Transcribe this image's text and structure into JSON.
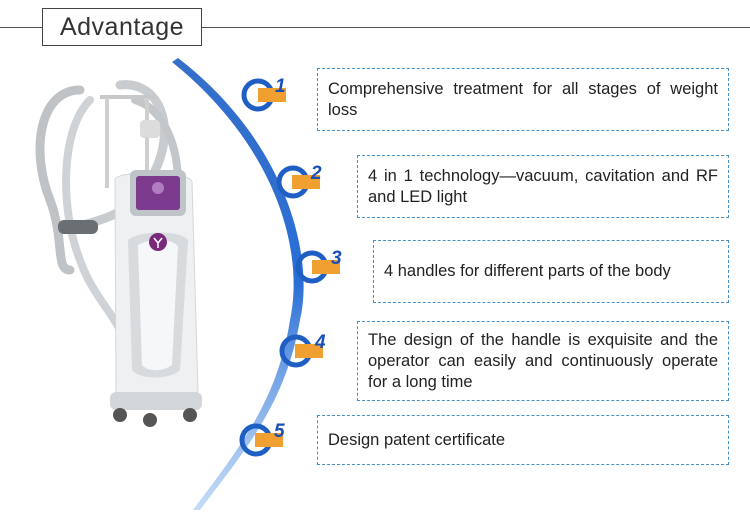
{
  "header": {
    "title": "Advantage"
  },
  "colors": {
    "accent_blue": "#1f5fc4",
    "accent_orange": "#f0a030",
    "dashed_border": "#4a90c8"
  },
  "product_image": {
    "kind": "body-contouring-machine"
  },
  "items": [
    {
      "number": "1",
      "text": "Comprehensive treatment for all stages of weight loss"
    },
    {
      "number": "2",
      "text": "4 in 1 technology—vacuum, cavitation and RF and LED light"
    },
    {
      "number": "3",
      "text": "4 handles for different parts of the body"
    },
    {
      "number": "4",
      "text": "The design of the handle is exquisite and the operator can easily and continuously operate for a long time"
    },
    {
      "number": "5",
      "text": "Design patent certificate"
    }
  ]
}
